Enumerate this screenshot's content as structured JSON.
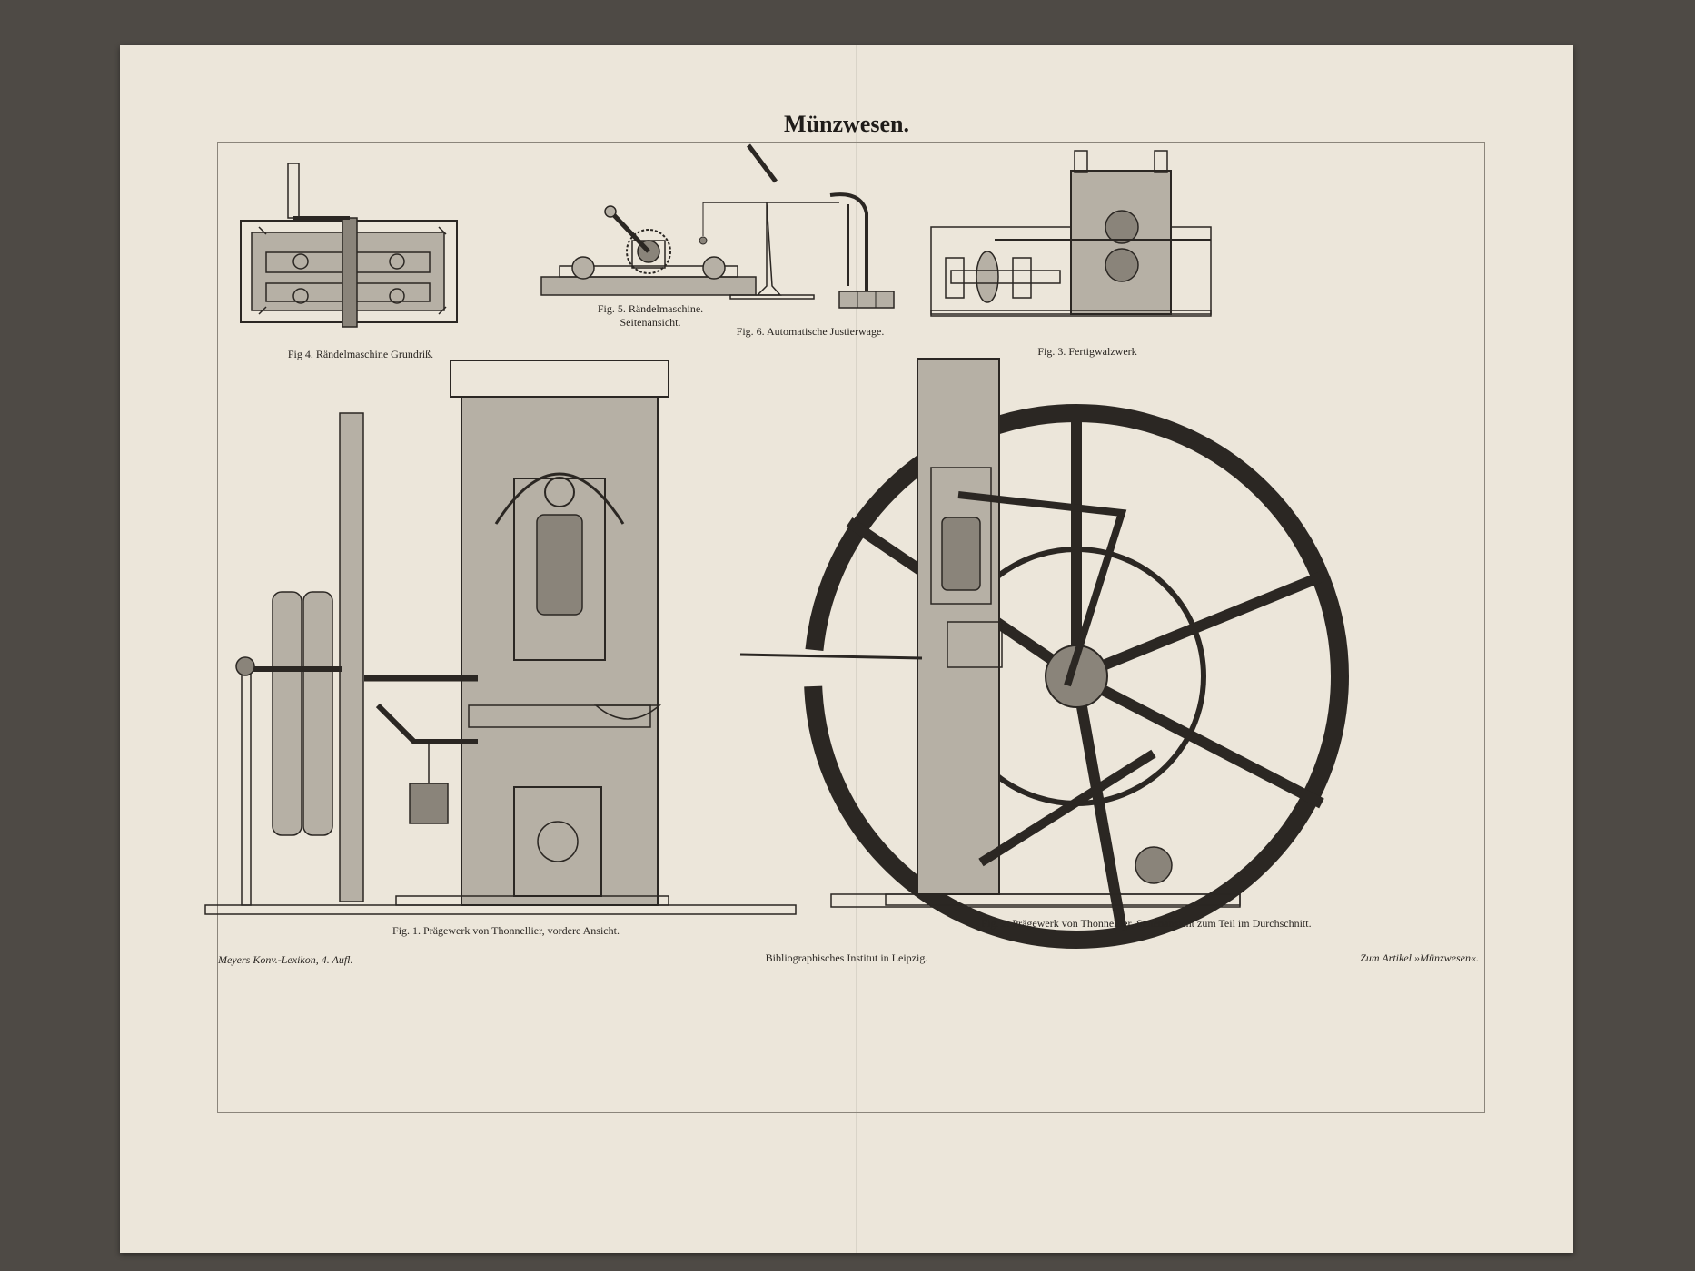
{
  "plate": {
    "title": "Münzwesen."
  },
  "figures": [
    {
      "id": "fig4",
      "caption_lines": [
        "Fig 4. Rändelmaschine Grundriß."
      ]
    },
    {
      "id": "fig5",
      "caption_lines": [
        "Fig. 5. Rändelmaschine.",
        "Seitenansicht."
      ]
    },
    {
      "id": "fig6",
      "caption_lines": [
        "Fig. 6. Automatische Justierwage."
      ]
    },
    {
      "id": "fig3",
      "caption_lines": [
        "Fig. 3. Fertigwalzwerk"
      ]
    },
    {
      "id": "fig1",
      "caption_lines": [
        "Fig. 1. Prägewerk von Thonnellier, vordere Ansicht."
      ]
    },
    {
      "id": "fig2",
      "caption_lines": [
        "Fig. 2. Prägewerk von Thonnellier, Seitenansicht zum Teil im Durchschnitt."
      ]
    }
  ],
  "footer": {
    "left": "Meyers Konv.-Lexikon, 4. Aufl.",
    "center": "Bibliographisches Institut in Leipzig.",
    "right": "Zum Artikel »Münzwesen«."
  }
}
